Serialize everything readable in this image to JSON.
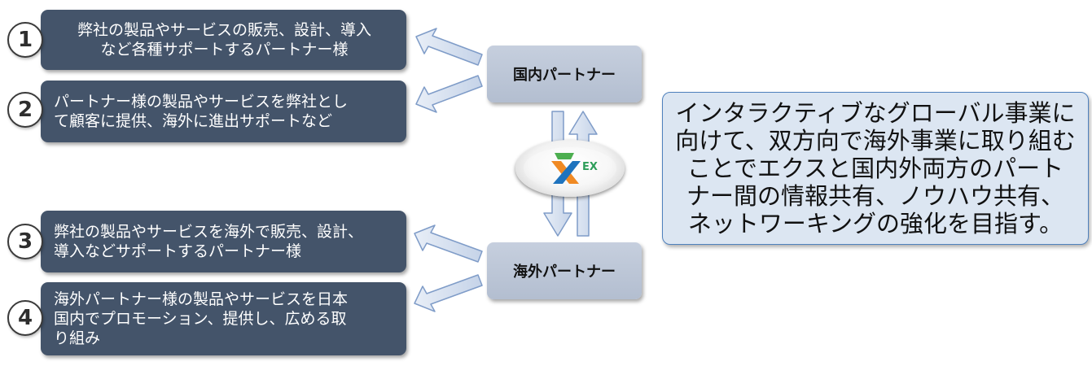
{
  "items": [
    {
      "number": "1",
      "lines": [
        "弊社の製品やサービスの販売、設計、導入",
        "など各種サポートするパートナー様"
      ]
    },
    {
      "number": "2",
      "lines": [
        "パートナー様の製品やサービスを弊社とし",
        "て顧客に提供、海外に進出サポートなど"
      ]
    },
    {
      "number": "3",
      "lines": [
        "弊社の製品やサービスを海外で販売、設計、",
        "導入などサポートするパートナー様"
      ]
    },
    {
      "number": "4",
      "lines": [
        "海外パートナー様の製品やサービスを日本",
        "国内でプロモーション、提供し、広める取",
        "り組み"
      ]
    }
  ],
  "partners": {
    "domestic": "国内パートナー",
    "overseas": "海外パートナー"
  },
  "logo": {
    "text": "EX",
    "text_color": "#2e9e5a",
    "mark_colors": [
      "#1e73be",
      "#f08a24",
      "#4cae4f"
    ]
  },
  "statement": {
    "lines": [
      "インタラクティブなグローバル事業に",
      "向けて、双方向で海外事業に取り組む",
      "ことでエクスと国内外両方のパート",
      "ナー間の情報共有、ノウハウ共有、",
      "ネットワーキングの強化を目指す。"
    ]
  },
  "colors": {
    "desc_box": "#44546a",
    "partner_box": "#b8c4d6",
    "statement_fill": "#dce6f2",
    "statement_border": "#4f81bd",
    "arrow_fill": "#dbe5f1",
    "arrow_stroke": "#7f9cc8"
  }
}
